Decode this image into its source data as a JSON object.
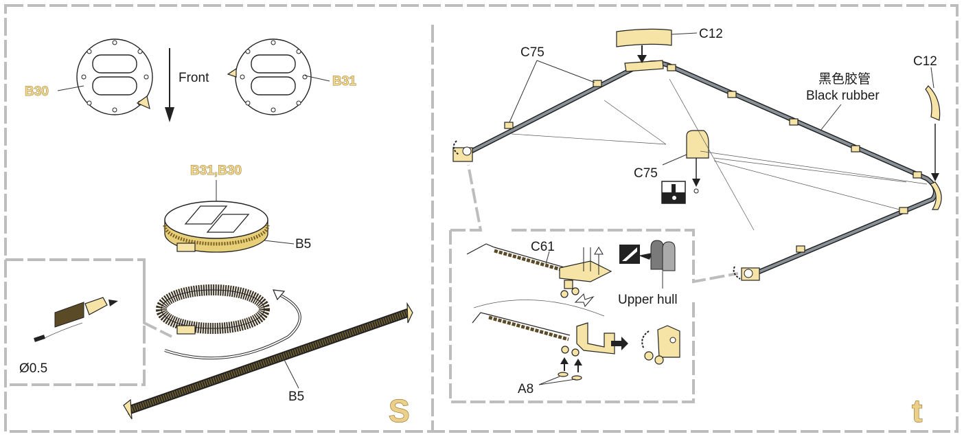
{
  "panel_s": {
    "step_letter": "S",
    "front_label": "Front",
    "part_b30": "B30",
    "part_b31": "B31",
    "part_b31_b30": "B31,B30",
    "part_b5_ring": "B5",
    "part_b5_strip": "B5",
    "wire_size": "Ø0.5"
  },
  "panel_t": {
    "step_letter": "t",
    "part_c12_top": "C12",
    "part_c12_right": "C12",
    "part_c75_top": "C75",
    "part_c75_mid": "C75",
    "part_c61": "C61",
    "part_a8": "A8",
    "black_rubber_cn": "黑色胶管",
    "black_rubber_en": "Black rubber",
    "upper_hull": "Upper hull"
  },
  "colors": {
    "dash_border": "#bdbdbd",
    "brass": "#f6e3a6",
    "step_letter": "#ecd08a",
    "rubber_hose": "#8a9299"
  }
}
